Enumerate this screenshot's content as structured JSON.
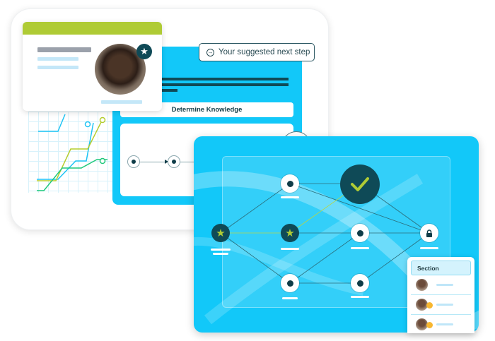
{
  "suggestion": {
    "label": "Your suggested next step",
    "icon": "arrow-right-circle-icon"
  },
  "learning_card": {
    "step_title": "Determine Knowledge"
  },
  "profile_card": {
    "badge_icon": "star-icon",
    "header_color": "#afcb35"
  },
  "section_panel": {
    "title": "Section",
    "rows": [
      {
        "avatar": "person-1",
        "emoji": false
      },
      {
        "avatar": "person-2",
        "emoji": true
      },
      {
        "avatar": "person-3",
        "emoji": true
      }
    ]
  },
  "pathway_map": {
    "nodes": [
      {
        "id": "start",
        "type": "star"
      },
      {
        "id": "n1",
        "type": "dot"
      },
      {
        "id": "n2",
        "type": "star"
      },
      {
        "id": "n3",
        "type": "dot"
      },
      {
        "id": "n4",
        "type": "dot"
      },
      {
        "id": "n5",
        "type": "dot"
      },
      {
        "id": "done",
        "type": "check"
      },
      {
        "id": "end",
        "type": "lock"
      }
    ]
  },
  "colors": {
    "brand_blue": "#12c8f9",
    "dark_teal": "#0f4a57",
    "lime": "#afcb35",
    "green": "#1fc87a"
  },
  "chart_lines": [
    "blue",
    "lime",
    "green"
  ]
}
